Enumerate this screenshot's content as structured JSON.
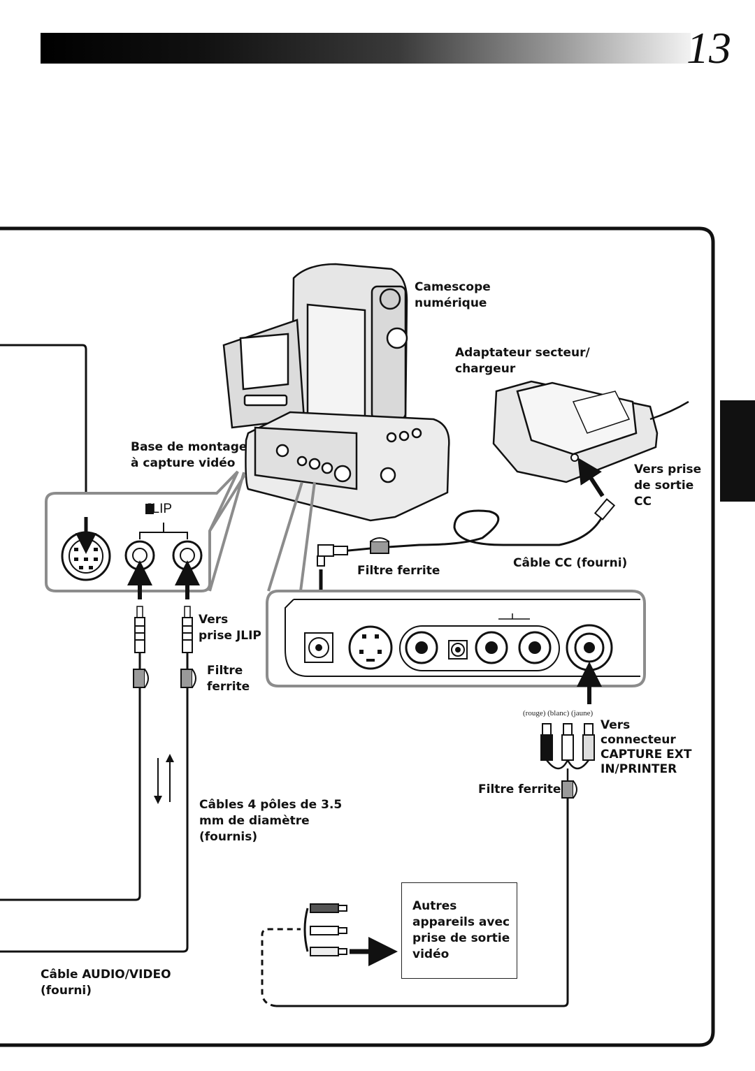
{
  "page": {
    "number": "13"
  },
  "labels": {
    "camcorder": "Camescope\nnumérique",
    "ac_adapter": "Adaptateur secteur/\nchargeur",
    "base": "Base de montage\nà capture vidéo",
    "dc_out": "Vers prise\nde sortie\nCC",
    "ferrite_top": "Filtre ferrite",
    "dc_cable": "Câble CC (fourni)",
    "to_jlip": "Vers\nprise JLIP",
    "ferrite_left": "Filtre\nferrite",
    "colors": "(rouge) (blanc) (jaune)",
    "capture_ext": "Vers\nconnecteur\nCAPTURE EXT\nIN/PRINTER",
    "ferrite_right": "Filtre ferrite",
    "cables_4pole": "Câbles 4 pôles de 3.5\nmm de diamètre\n(fournis)",
    "other_devices": "Autres\nappareils avec\nprise de sortie\nvidéo",
    "av_cable": "Câble AUDIO/VIDEO\n(fourni)",
    "jlip_logo": "JLIP"
  }
}
